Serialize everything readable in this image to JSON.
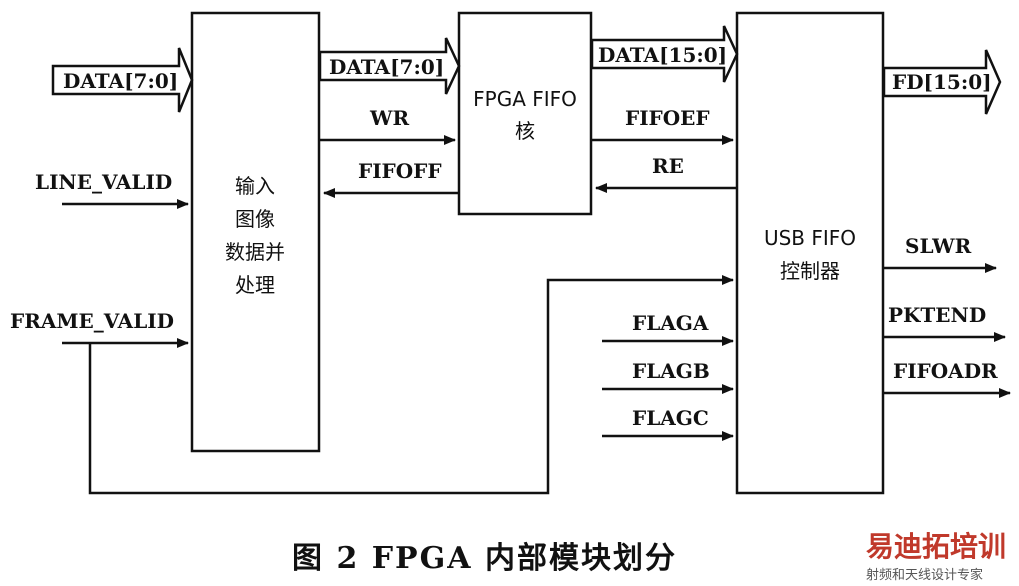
{
  "signals": {
    "data_in": "DATA[7:0]",
    "line_valid": "LINE_VALID",
    "frame_valid": "FRAME_VALID",
    "data_mid": "DATA[7:0]",
    "wr": "WR",
    "fifoff": "FIFOFF",
    "data_16": "DATA[15:0]",
    "fifoef": "FIFOEF",
    "re": "RE",
    "fd_out": "FD[15:0]",
    "slwr": "SLWR",
    "pktend": "PKTEND",
    "fifoadr": "FIFOADR",
    "flaga": "FLAGA",
    "flagb": "FLAGB",
    "flagc": "FLAGC"
  },
  "blocks": {
    "input_proc": [
      "输入",
      "图像",
      "数据并",
      "处理"
    ],
    "fpga_fifo": [
      "FPGA FIFO",
      "核"
    ],
    "usb_fifo": [
      "USB FIFO",
      "控制器"
    ]
  },
  "caption": "图 2   FPGA 内部模块划分",
  "watermark": {
    "brand": "易迪拓培训",
    "tagline": "射频和天线设计专家",
    "brand_colors": [
      "#c0392b",
      "#888888"
    ]
  }
}
